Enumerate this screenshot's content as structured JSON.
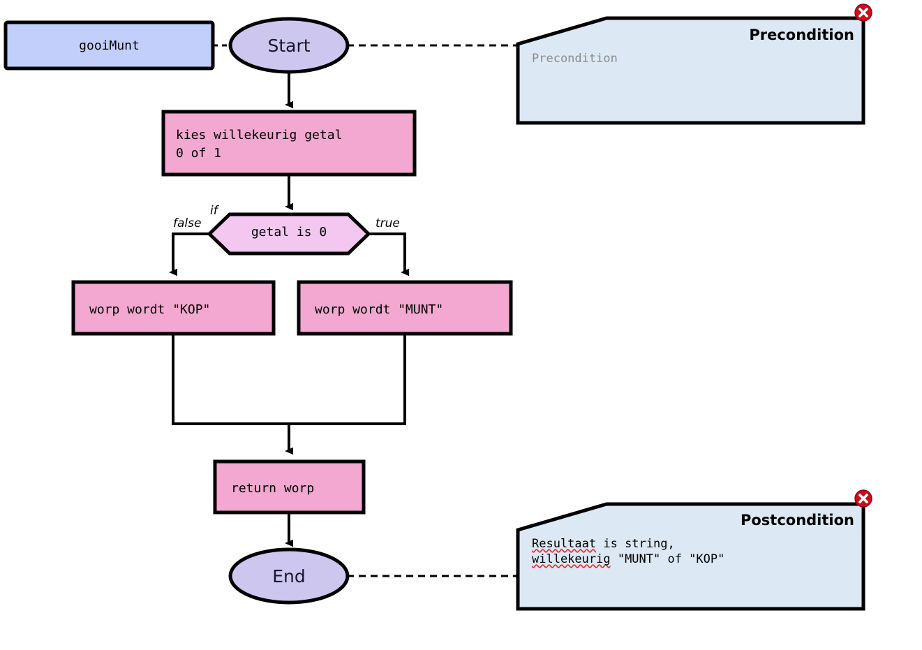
{
  "diagram": {
    "type": "flowchart",
    "title": "gooiMunt",
    "nodes": {
      "signature": {
        "label": "gooiMunt",
        "shape": "rectangle",
        "fill": "#c3cffb"
      },
      "start": {
        "label": "Start",
        "shape": "ellipse",
        "fill": "#cdc7f0"
      },
      "process_random": {
        "label": "kies willekeurig getal\n0 of 1",
        "shape": "rectangle",
        "fill": "#f2a8d0"
      },
      "decision": {
        "label": "getal is 0",
        "shape": "hexagon",
        "fill": "#f3c7f0"
      },
      "process_kop": {
        "label": "worp wordt \"KOP\"",
        "shape": "rectangle",
        "fill": "#f2a8d0"
      },
      "process_munt": {
        "label": "worp wordt \"MUNT\"",
        "shape": "rectangle",
        "fill": "#f2a8d0"
      },
      "process_return": {
        "label": "return worp",
        "shape": "rectangle",
        "fill": "#f2a8d0"
      },
      "end": {
        "label": "End",
        "shape": "ellipse",
        "fill": "#cdc7f0"
      }
    },
    "edge_labels": {
      "if": "if",
      "false": "false",
      "true": "true"
    },
    "precondition": {
      "title": "Precondition",
      "body": "Precondition",
      "body_is_placeholder": true,
      "fill": "#dce9f5",
      "close_icon": "close-circle-icon"
    },
    "postcondition": {
      "title": "Postcondition",
      "body_line1_a": "Resultaat",
      "body_line1_b": " is string,",
      "body_line2_a": "willekeurig",
      "body_line2_b": " \"MUNT\" of \"KOP\"",
      "fill": "#dce9f5",
      "close_icon": "close-circle-icon"
    },
    "colors": {
      "stroke": "#000000",
      "process_pink": "#f2a8d0",
      "decision_pink": "#f3c7f0",
      "terminal_purple": "#cdc7f0",
      "signature_blue": "#c3cffb",
      "condition_blue": "#dce9f5",
      "close_red": "#cc0c1c",
      "placeholder_gray": "#8b8b8b",
      "spellcheck_red": "#e03030"
    }
  }
}
